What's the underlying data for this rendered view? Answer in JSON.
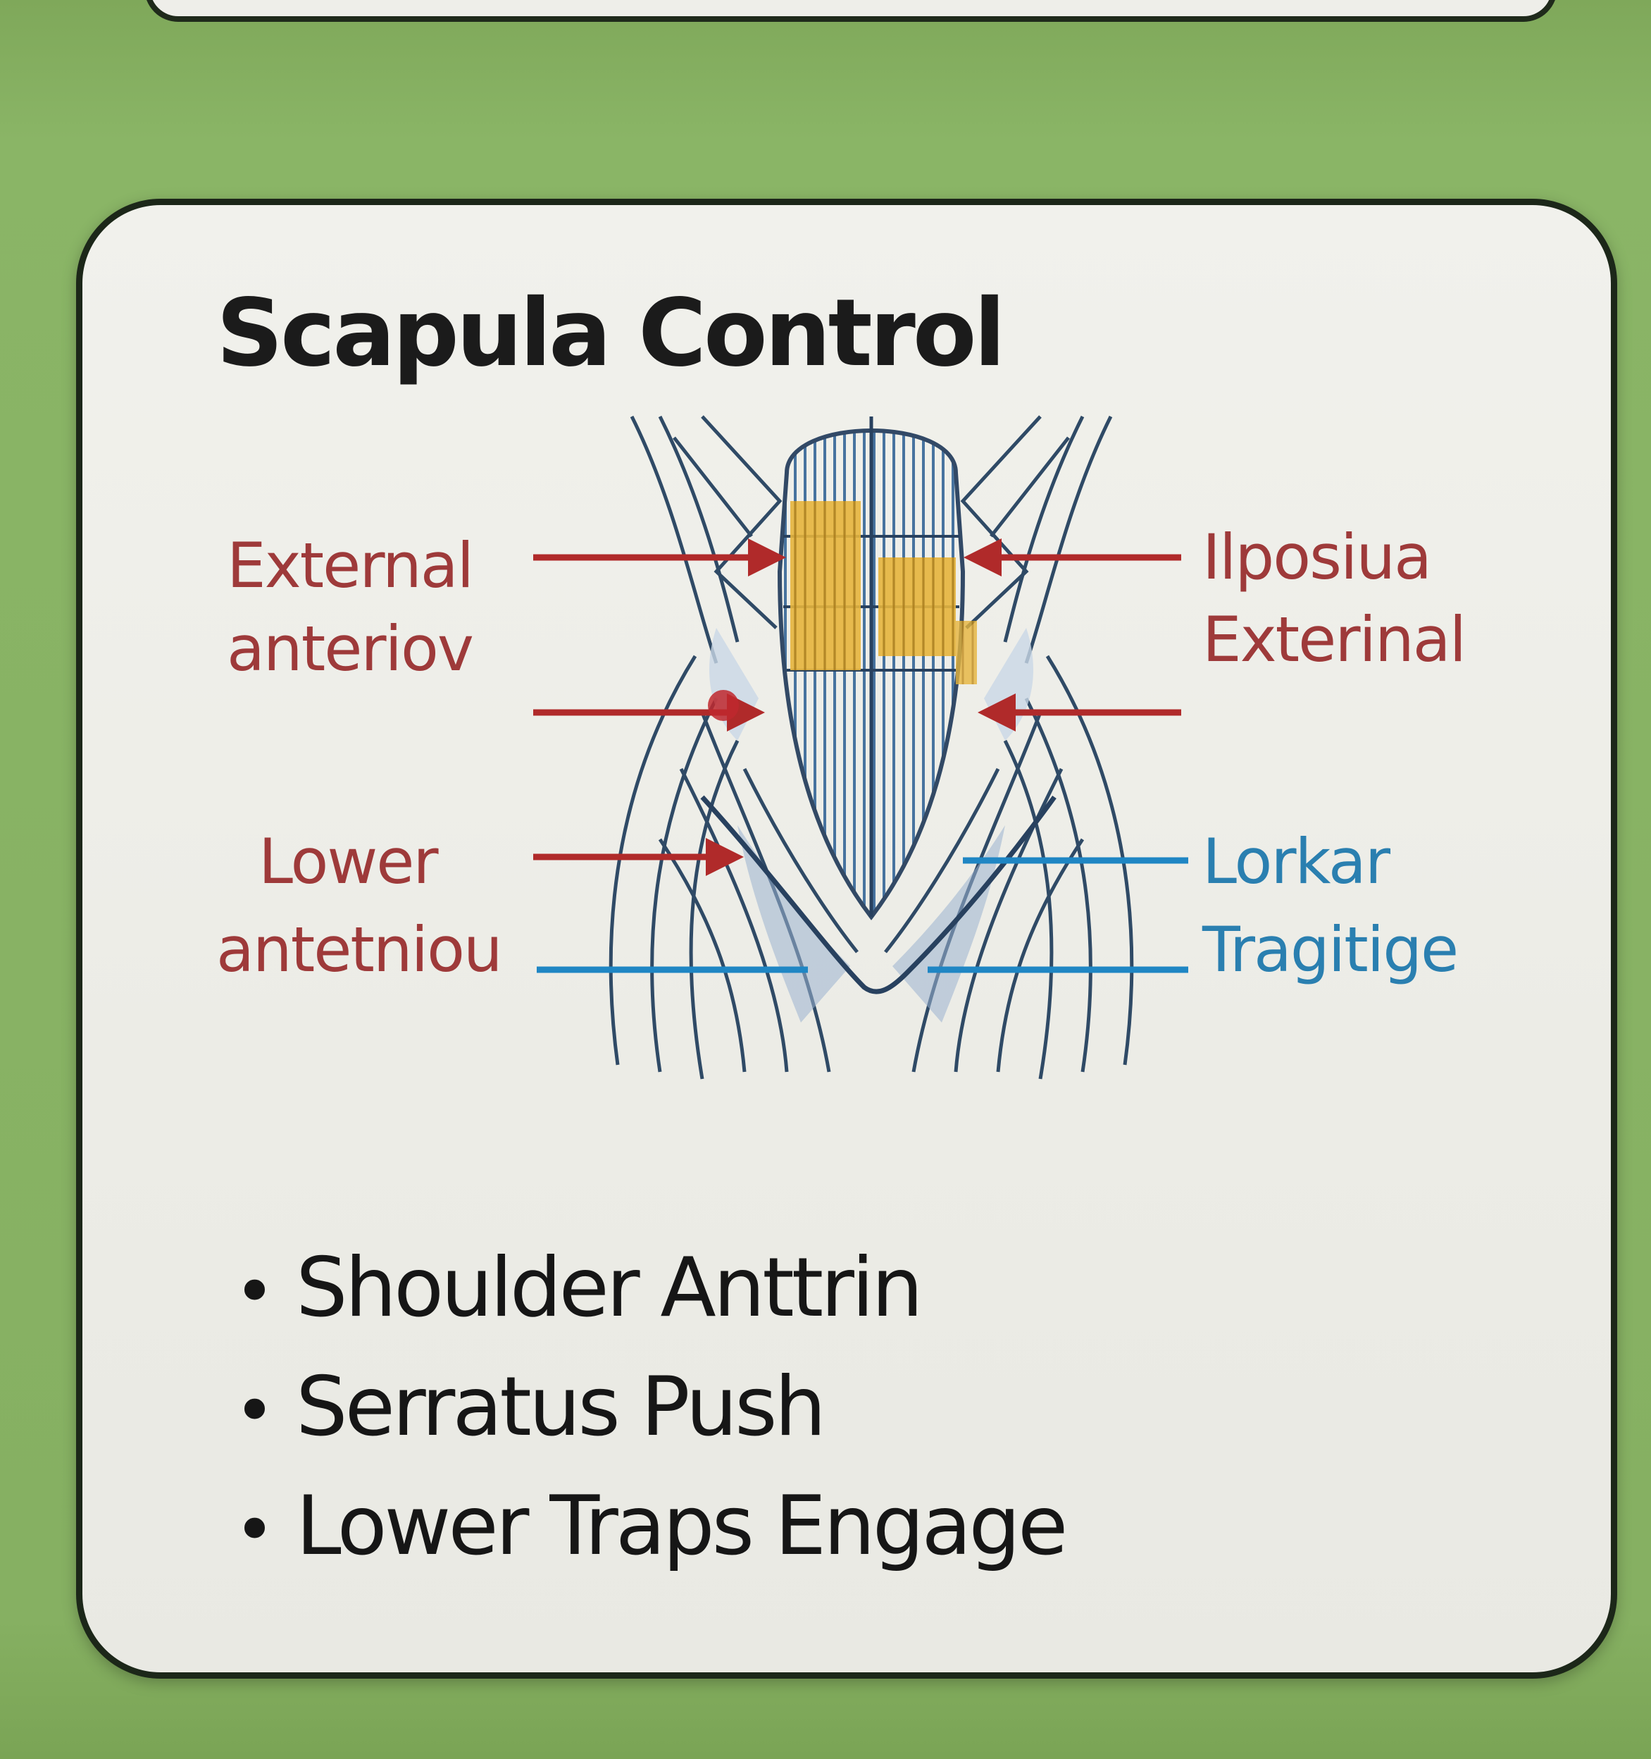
{
  "title": "Scapula Control",
  "labels": {
    "left_top_line1": "External",
    "left_top_line2": "anteriov",
    "left_bottom_line1": "Lower",
    "left_bottom_line2": "antetniou",
    "right_top_line1": "Ilposiua",
    "right_top_line2": "Exterinal",
    "right_bottom_line1": "Lorkar",
    "right_bottom_line2": "Tragitige"
  },
  "bullets": [
    "Shoulder Anttrin",
    "Serratus Push",
    "Lower Traps Engage"
  ],
  "colors": {
    "background": "#86b062",
    "card": "#eeeee9",
    "border": "#1c2719",
    "red_label": "#9e3a3a",
    "blue_label": "#2a7fb0",
    "arrow_red": "#b02a2a",
    "arrow_blue": "#1f86c4",
    "muscle_blue": "#3f6d9c",
    "muscle_yellow": "#e0b13a"
  }
}
